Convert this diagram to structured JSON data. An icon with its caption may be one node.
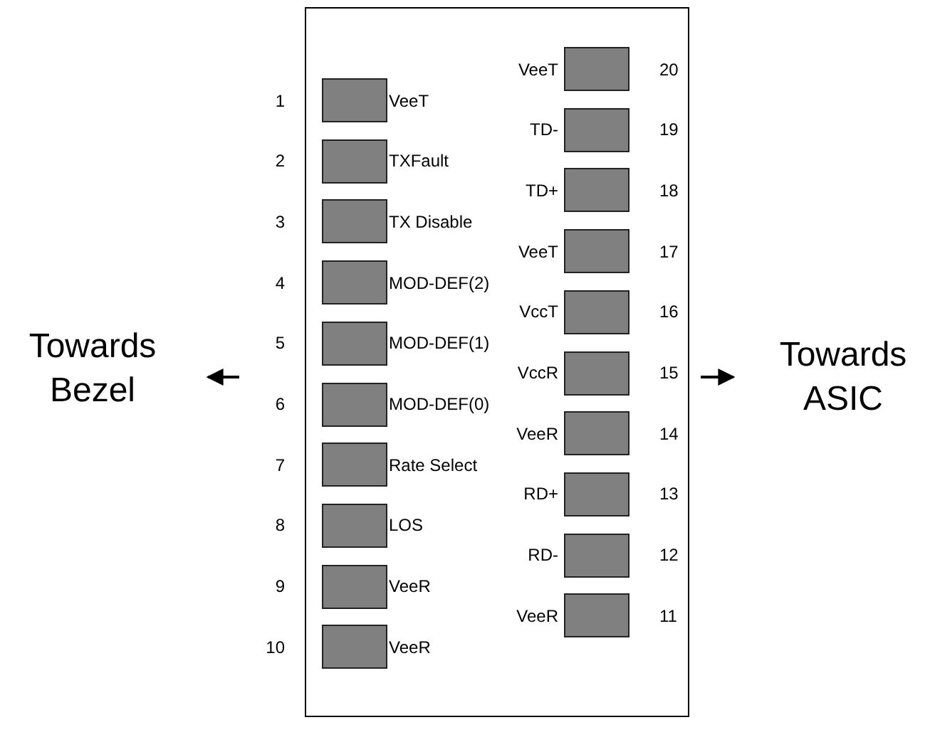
{
  "diagram": {
    "nodes": [
      {
        "text": [],
        "shape": "box"
      },
      {
        "text": [],
        "shape": "box",
        "in": 0,
        "beside": [
          "1",
          "VeeT"
        ]
      },
      {
        "text": [],
        "shape": "box",
        "in": 0,
        "beside": [
          "2",
          "TXFault"
        ]
      },
      {
        "text": [],
        "shape": "box",
        "in": 0,
        "beside": [
          "3",
          "TX Disable"
        ]
      },
      {
        "text": [],
        "shape": "box",
        "in": 0,
        "beside": [
          "4",
          "MOD-DEF(2)"
        ]
      },
      {
        "text": [],
        "shape": "box",
        "in": 0,
        "beside": [
          "5",
          "MOD-DEF(1)"
        ]
      },
      {
        "text": [],
        "shape": "box",
        "in": 0,
        "beside": [
          "6",
          "MOD-DEF(0)"
        ]
      },
      {
        "text": [],
        "shape": "box",
        "in": 0,
        "beside": [
          "7",
          "Rate Select"
        ]
      },
      {
        "text": [],
        "shape": "box",
        "in": 0,
        "beside": [
          "8",
          "LOS"
        ]
      },
      {
        "text": [],
        "shape": "box",
        "in": 0,
        "beside": [
          "9",
          "VeeR"
        ]
      },
      {
        "text": [],
        "shape": "box",
        "in": 0,
        "beside": [
          "10",
          "VeeR"
        ]
      },
      {
        "text": [],
        "shape": "box",
        "in": 0,
        "beside": [
          "VeeT",
          "20"
        ]
      },
      {
        "text": [],
        "shape": "box",
        "in": 0,
        "beside": [
          "TD-",
          "19"
        ]
      },
      {
        "text": [],
        "shape": "box",
        "in": 0,
        "beside": [
          "TD+",
          "18"
        ]
      },
      {
        "text": [],
        "shape": "box",
        "in": 0,
        "beside": [
          "VeeT",
          "17"
        ]
      },
      {
        "text": [],
        "shape": "box",
        "in": 0,
        "beside": [
          "VccT",
          "16"
        ]
      },
      {
        "text": [],
        "shape": "box",
        "in": 0,
        "beside": [
          "VccR",
          "15"
        ]
      },
      {
        "text": [],
        "shape": "box",
        "in": 0,
        "beside": [
          "VeeR",
          "14"
        ]
      },
      {
        "text": [],
        "shape": "box",
        "in": 0,
        "beside": [
          "RD+",
          "13"
        ]
      },
      {
        "text": [],
        "shape": "box",
        "in": 0,
        "beside": [
          "RD-",
          "12"
        ]
      },
      {
        "text": [],
        "shape": "box",
        "in": 0,
        "beside": [
          "VeeR",
          "11"
        ]
      }
    ],
    "labels": [
      "Towards Bezel",
      "Towards ASIC"
    ]
  }
}
